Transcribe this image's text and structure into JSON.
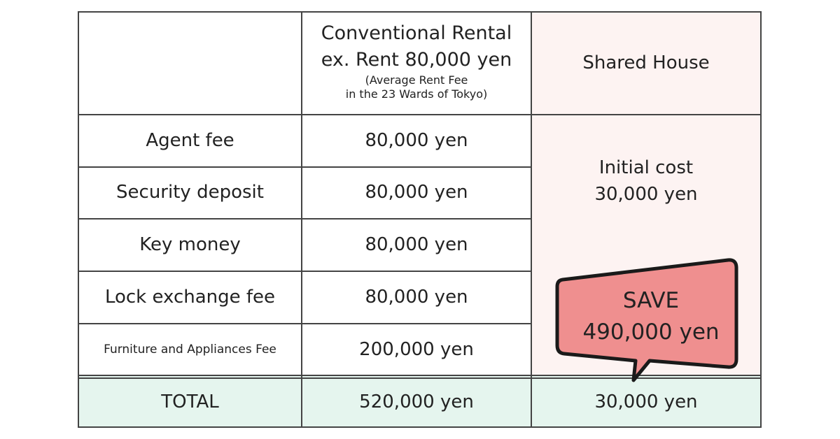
{
  "header": {
    "col2_line1": "Conventional Rental",
    "col2_line2": "ex. Rent 80,000 yen",
    "col2_note_line1": "(Average Rent Fee",
    "col2_note_line2": "in the 23 Wards of Tokyo)",
    "col3": "Shared House"
  },
  "rows": [
    {
      "label": "Agent fee",
      "conventional": "80,000 yen"
    },
    {
      "label": "Security deposit",
      "conventional": "80,000 yen"
    },
    {
      "label": "Key money",
      "conventional": "80,000 yen"
    },
    {
      "label": "Lock exchange fee",
      "conventional": "80,000 yen"
    },
    {
      "label": "Furniture and Appliances Fee",
      "conventional": "200,000 yen"
    }
  ],
  "shared": {
    "line1": "Initial cost",
    "line2": "30,000 yen"
  },
  "total": {
    "label": "TOTAL",
    "conventional": "520,000 yen",
    "shared": "30,000 yen"
  },
  "savings": {
    "line1": "SAVE",
    "line2": "490,000 yen"
  },
  "colors": {
    "pink": "#fdf3f2",
    "green": "#e5f5ee",
    "bubble": "#ef8f8f"
  }
}
